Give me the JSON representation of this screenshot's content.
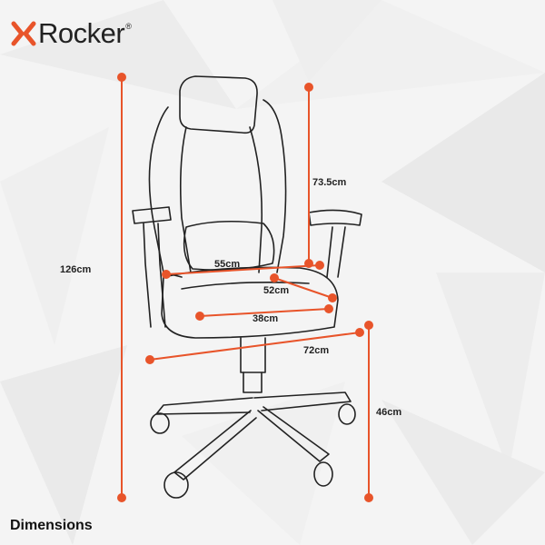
{
  "brand": {
    "name": "Rocker",
    "mark": "®",
    "accent": "#e8542a",
    "x_color": "#e8542a"
  },
  "dimensions": {
    "overall_height": "126cm",
    "backrest_height": "73.5cm",
    "seat_width": "55cm",
    "seat_depth": "52cm",
    "inner_seat_width": "38cm",
    "overall_width": "72cm",
    "seat_height": "46cm"
  },
  "footer": {
    "title": "Dimensions"
  },
  "colors": {
    "dimension_line": "#e8542a",
    "outline": "#222222",
    "background": "#f4f4f4"
  }
}
